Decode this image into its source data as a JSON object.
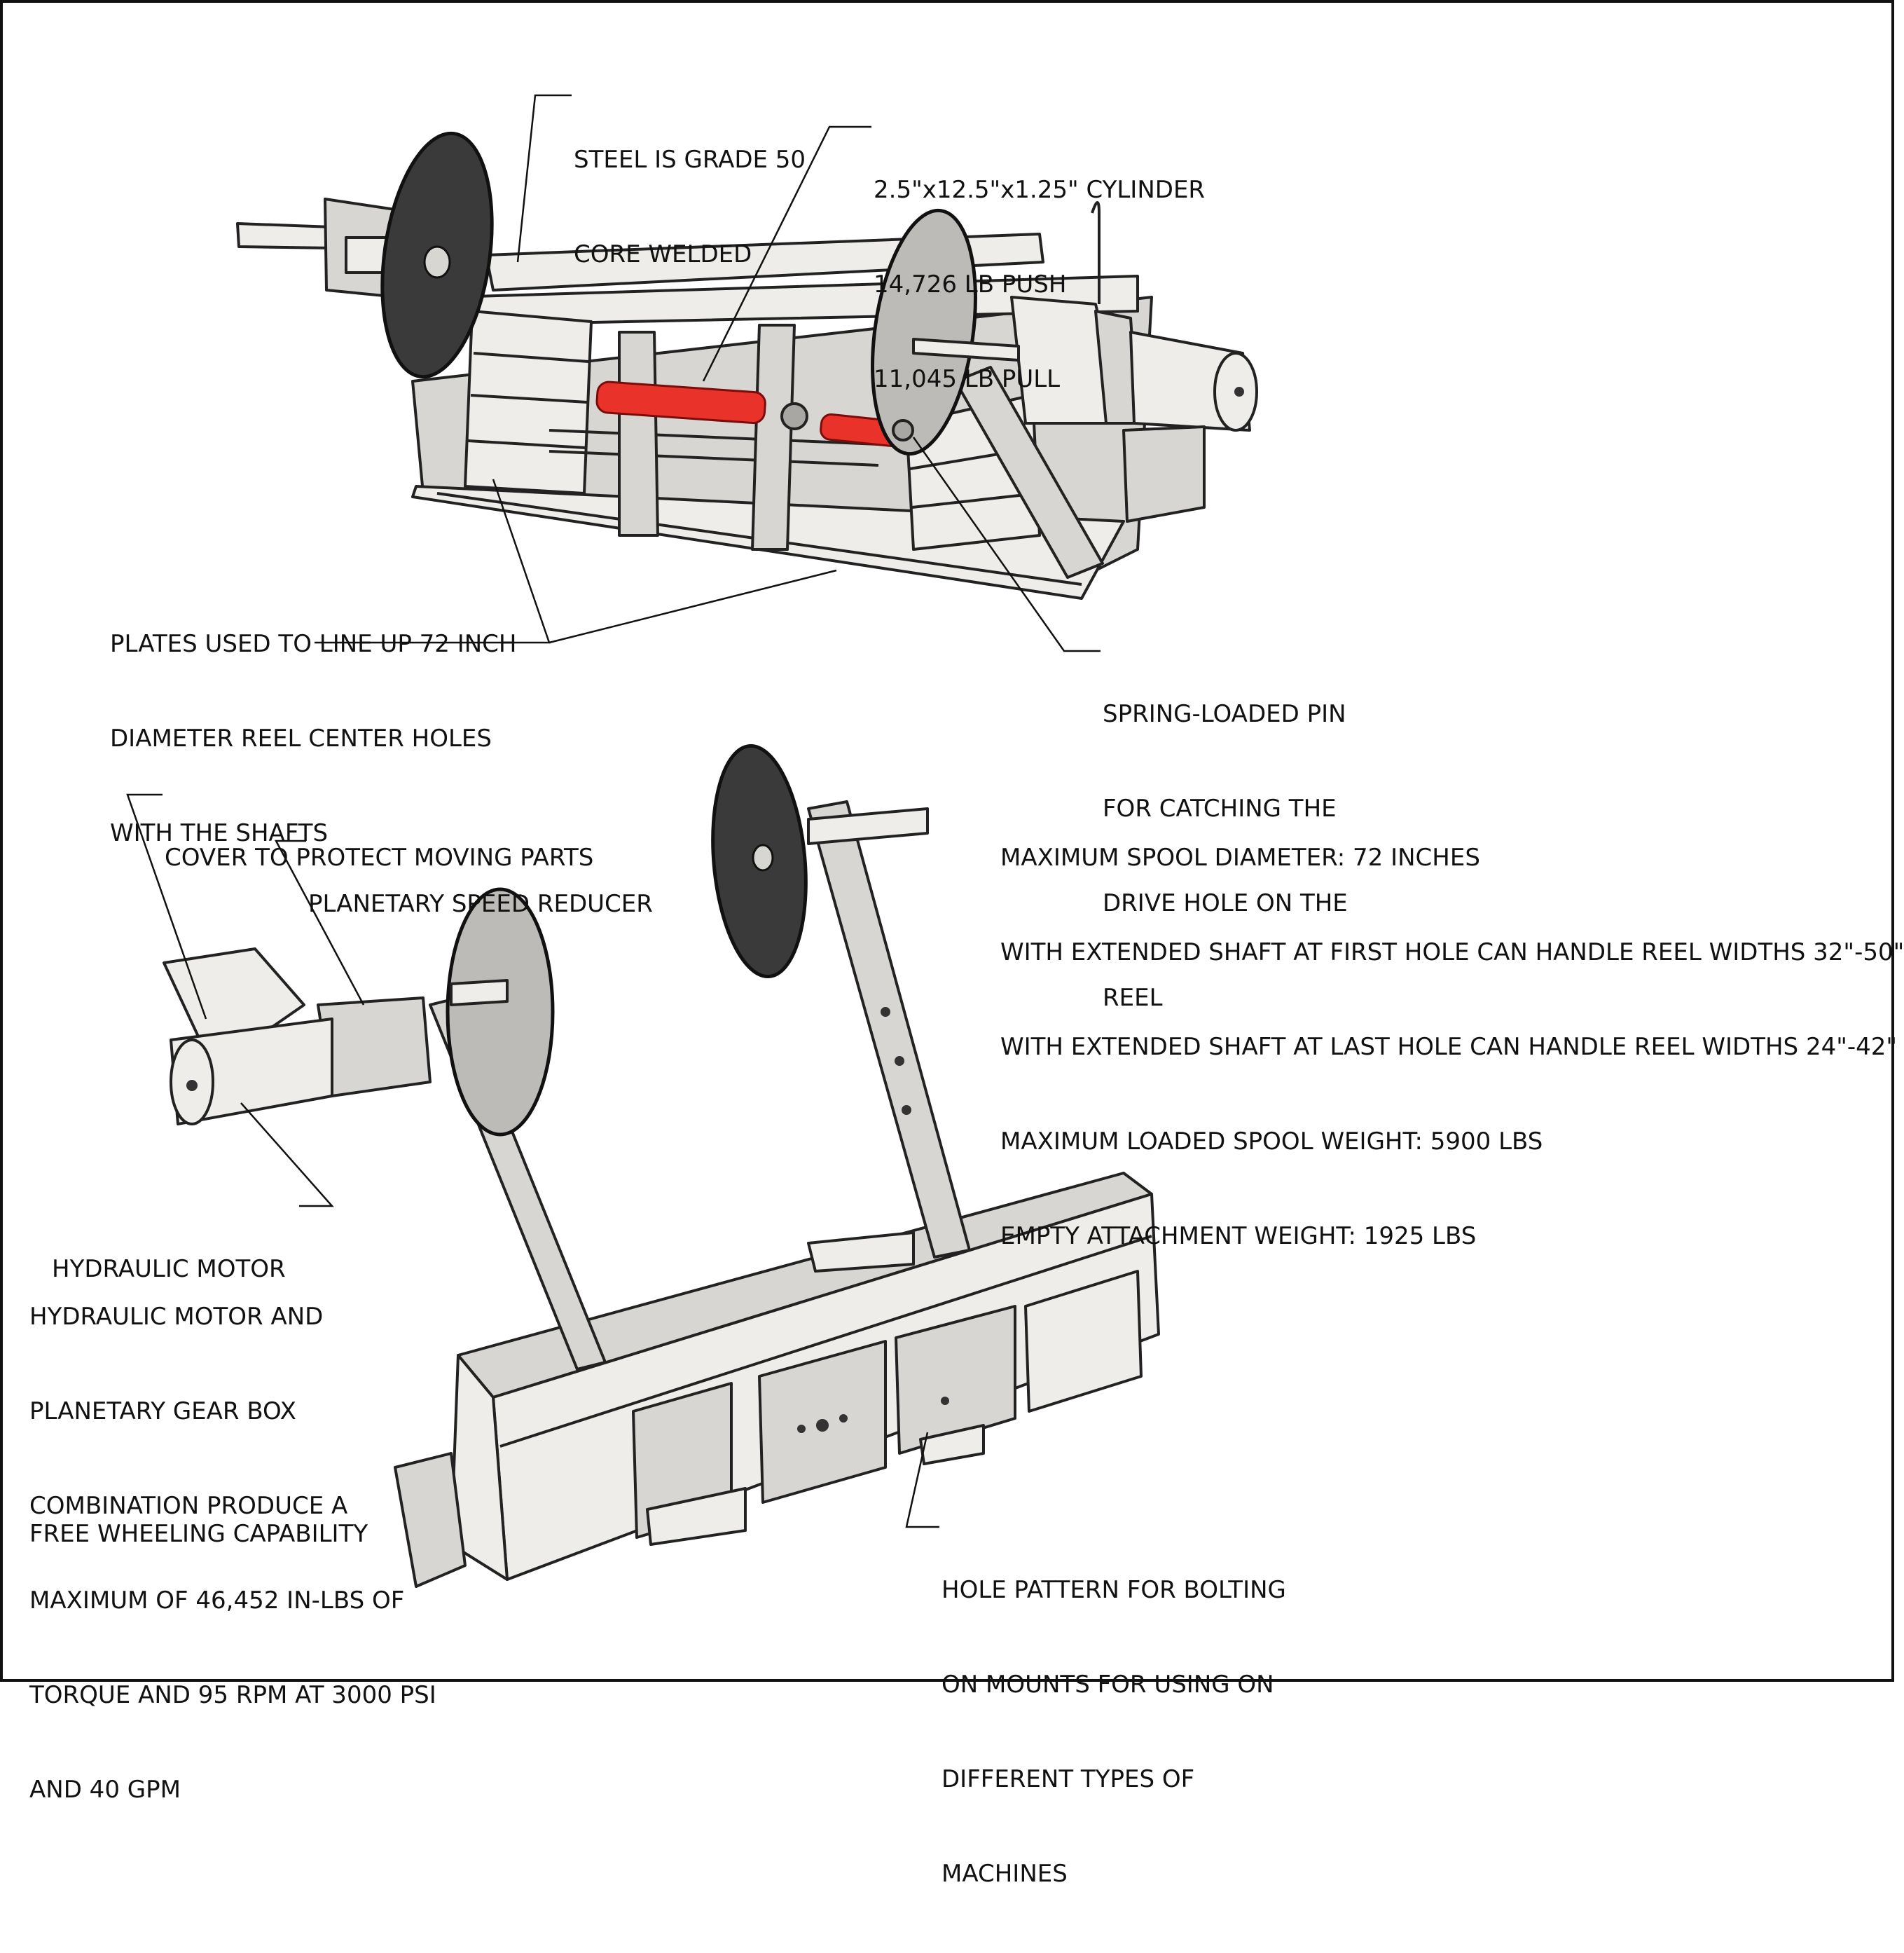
{
  "callouts": {
    "steel_grade": [
      "STEEL IS GRADE 50",
      "CORE WELDED"
    ],
    "cylinder": [
      "2.5\"x12.5\"x1.25\" CYLINDER",
      "14,726 LB PUSH",
      "11,045 LB PULL"
    ],
    "plates": [
      "PLATES USED TO LINE UP 72 INCH",
      "DIAMETER REEL CENTER HOLES",
      "WITH THE SHAFTS"
    ],
    "spring_pin": [
      "SPRING-LOADED PIN",
      "FOR CATCHING THE",
      "DRIVE HOLE ON THE",
      "REEL"
    ],
    "cover": [
      "COVER TO PROTECT MOVING PARTS"
    ],
    "reducer": [
      "PLANETARY SPEED REDUCER"
    ],
    "motor": [
      "HYDRAULIC MOTOR"
    ],
    "motor_spec": [
      "HYDRAULIC MOTOR AND",
      "PLANETARY GEAR BOX",
      "COMBINATION PRODUCE A",
      "MAXIMUM OF 46,452 IN-LBS OF",
      "TORQUE AND 95 RPM AT 3000 PSI",
      "AND 40 GPM"
    ],
    "free_wheel": [
      "FREE WHEELING CAPABILITY"
    ],
    "hole_pattern": [
      "HOLE PATTERN FOR BOLTING",
      "ON MOUNTS FOR USING ON",
      "DIFFERENT TYPES OF",
      "MACHINES"
    ]
  },
  "specs": [
    "MAXIMUM SPOOL DIAMETER: 72 INCHES",
    "WITH EXTENDED SHAFT AT FIRST HOLE CAN HANDLE REEL WIDTHS 32\"-50\"",
    "WITH EXTENDED SHAFT AT LAST HOLE CAN HANDLE REEL WIDTHS 24\"-42\"",
    "MAXIMUM LOADED SPOOL WEIGHT: 5900 LBS",
    "EMPTY ATTACHMENT WEIGHT: 1925 LBS"
  ],
  "colors": {
    "cylinder_red": "#e8322a",
    "steel": "#d8d6d2",
    "disc_dark": "#3a3a3a",
    "disc_grey": "#bdbbb8"
  }
}
